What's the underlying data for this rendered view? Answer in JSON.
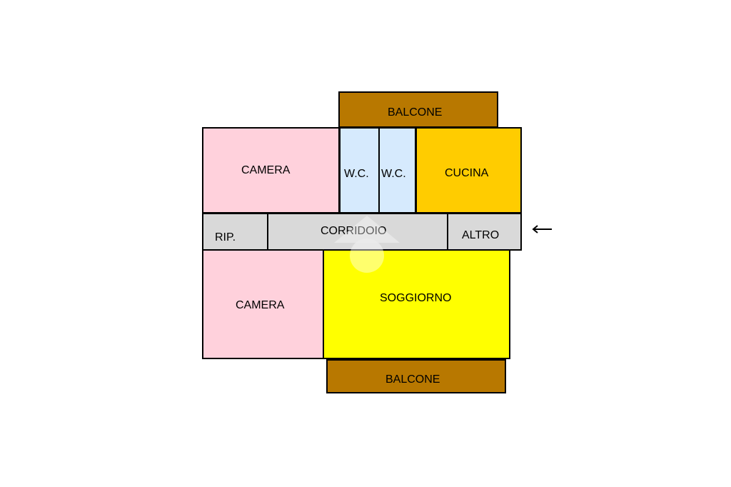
{
  "rooms": {
    "balcone_top": {
      "label": "BALCONE",
      "color": "#B87800"
    },
    "camera_top": {
      "label": "CAMERA",
      "color": "#FFD1DC"
    },
    "wc_1": {
      "label": "W.C.",
      "color": "#D6EAFD"
    },
    "wc_2": {
      "label": "W.C.",
      "color": "#D6EAFD"
    },
    "cucina": {
      "label": "CUCINA",
      "color": "#FFCC00"
    },
    "rip": {
      "label": "RIP.",
      "color": "#D9D9D9"
    },
    "corridoio": {
      "label": "CORRIDOIO",
      "color": "#D9D9D9"
    },
    "altro": {
      "label": "ALTRO",
      "color": "#D9D9D9"
    },
    "camera_bottom": {
      "label": "CAMERA",
      "color": "#FFD1DC"
    },
    "soggiorno": {
      "label": "SOGGIORNO",
      "color": "#FFFF00"
    },
    "balcone_bottom": {
      "label": "BALCONE",
      "color": "#B87800"
    }
  },
  "icons": {
    "entrance": "arrow-left-icon",
    "watermark": "watermark-logo-icon"
  }
}
